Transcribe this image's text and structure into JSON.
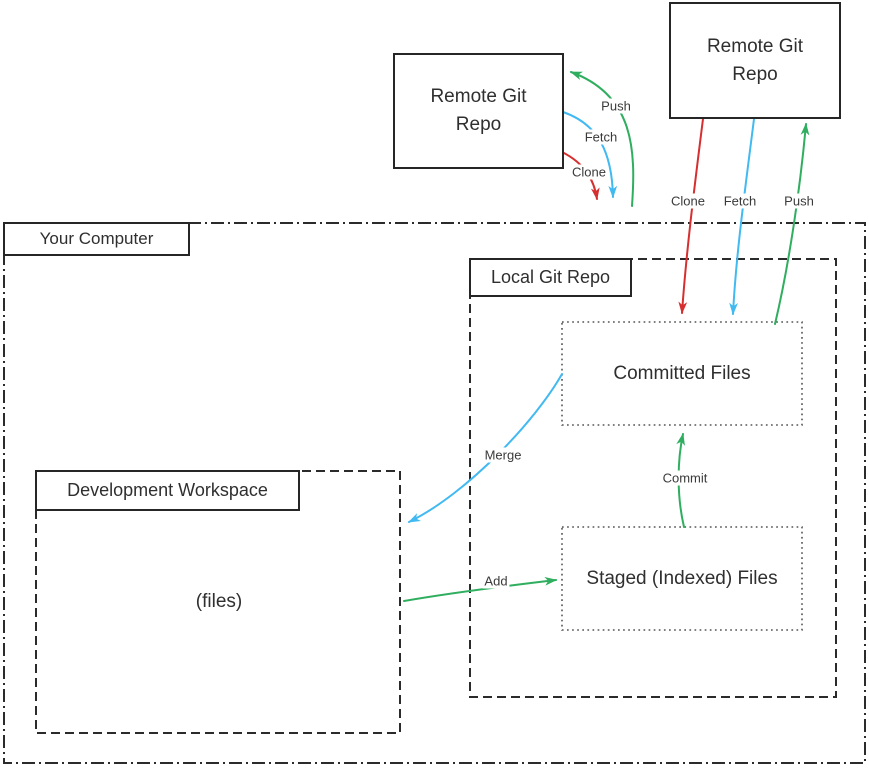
{
  "nodes": {
    "remote_repo_top": {
      "label": "Remote Git Repo"
    },
    "remote_repo_left": {
      "label": "Remote Git Repo"
    },
    "your_computer": {
      "label": "Your Computer"
    },
    "local_git_repo": {
      "label": "Local Git Repo"
    },
    "committed_files": {
      "label": "Committed Files"
    },
    "staged_files": {
      "label": "Staged (Indexed) Files"
    },
    "development_workspace": {
      "label": "Development Workspace"
    },
    "workspace_files": {
      "label": "(files)"
    }
  },
  "edges": {
    "push_left": {
      "label": "Push",
      "color": "#2fae5f"
    },
    "fetch_left": {
      "label": "Fetch",
      "color": "#41b9f1"
    },
    "clone_left": {
      "label": "Clone",
      "color": "#d62f2f"
    },
    "clone_right": {
      "label": "Clone",
      "color": "#d62f2f"
    },
    "fetch_right": {
      "label": "Fetch",
      "color": "#41b9f1"
    },
    "push_right": {
      "label": "Push",
      "color": "#2fae5f"
    },
    "merge": {
      "label": "Merge",
      "color": "#41b9f1"
    },
    "commit": {
      "label": "Commit",
      "color": "#2fae5f"
    },
    "add": {
      "label": "Add",
      "color": "#2fae5f"
    }
  },
  "colors": {
    "push": "#2fae5f",
    "fetch": "#41b9f1",
    "clone": "#d62f2f",
    "solid_border": "#262626",
    "dashed_border": "#2b2b2b",
    "dotted_border": "#555555",
    "text": "#2f2f2f"
  }
}
